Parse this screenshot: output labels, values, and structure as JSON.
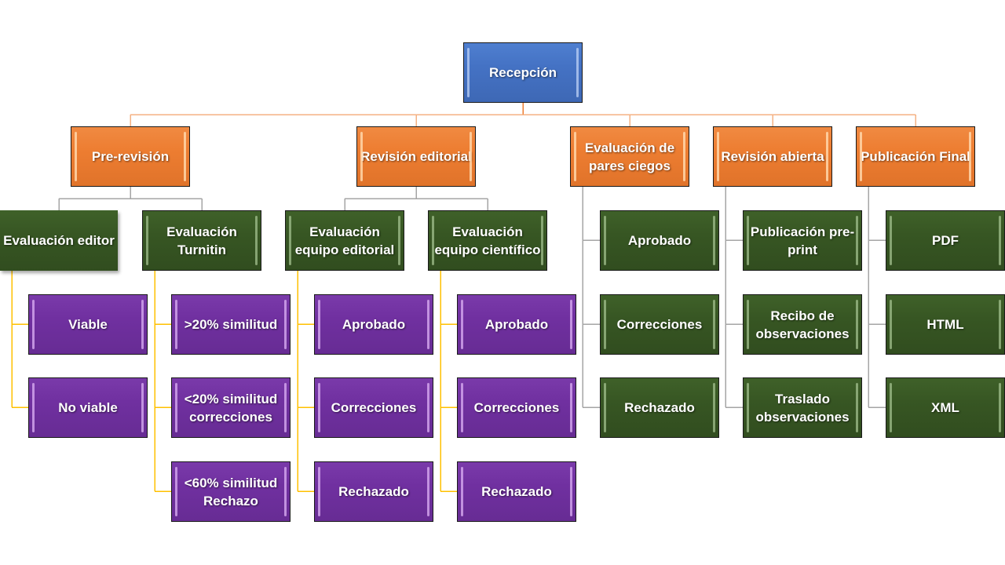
{
  "colors": {
    "root": "#4472C4",
    "level1": "#ED7D31",
    "level2": "#375623",
    "level3": "#7030A0",
    "connector_root": "#ED7D31",
    "connector_level1": "#A5A5A5",
    "connector_level2": "#FFC000"
  },
  "root": {
    "label": "Recepción"
  },
  "stages": [
    {
      "label": "Pre-revisión",
      "children": [
        {
          "label": "Evaluación editor",
          "outcomes": [
            "Viable",
            "No viable"
          ]
        },
        {
          "label": "Evaluación Turnitin",
          "outcomes": [
            ">20% similitud",
            "<20% similitud correcciones",
            "<60% similitud Rechazo"
          ]
        }
      ]
    },
    {
      "label": "Revisión editorial",
      "children": [
        {
          "label": "Evaluación equipo editorial",
          "outcomes": [
            "Aprobado",
            "Correcciones",
            "Rechazado"
          ]
        },
        {
          "label": "Evaluación equipo científico",
          "outcomes": [
            "Aprobado",
            "Correcciones",
            "Rechazado"
          ]
        }
      ]
    },
    {
      "label": "Evaluación de pares ciegos",
      "children": [
        {
          "label": "Aprobado"
        },
        {
          "label": "Correcciones"
        },
        {
          "label": "Rechazado"
        }
      ]
    },
    {
      "label": "Revisión abierta",
      "children": [
        {
          "label": "Publicación pre-print"
        },
        {
          "label": "Recibo de observaciones"
        },
        {
          "label": "Traslado observaciones"
        }
      ]
    },
    {
      "label": "Publicación Final",
      "children": [
        {
          "label": "PDF"
        },
        {
          "label": "HTML"
        },
        {
          "label": "XML"
        }
      ]
    }
  ]
}
